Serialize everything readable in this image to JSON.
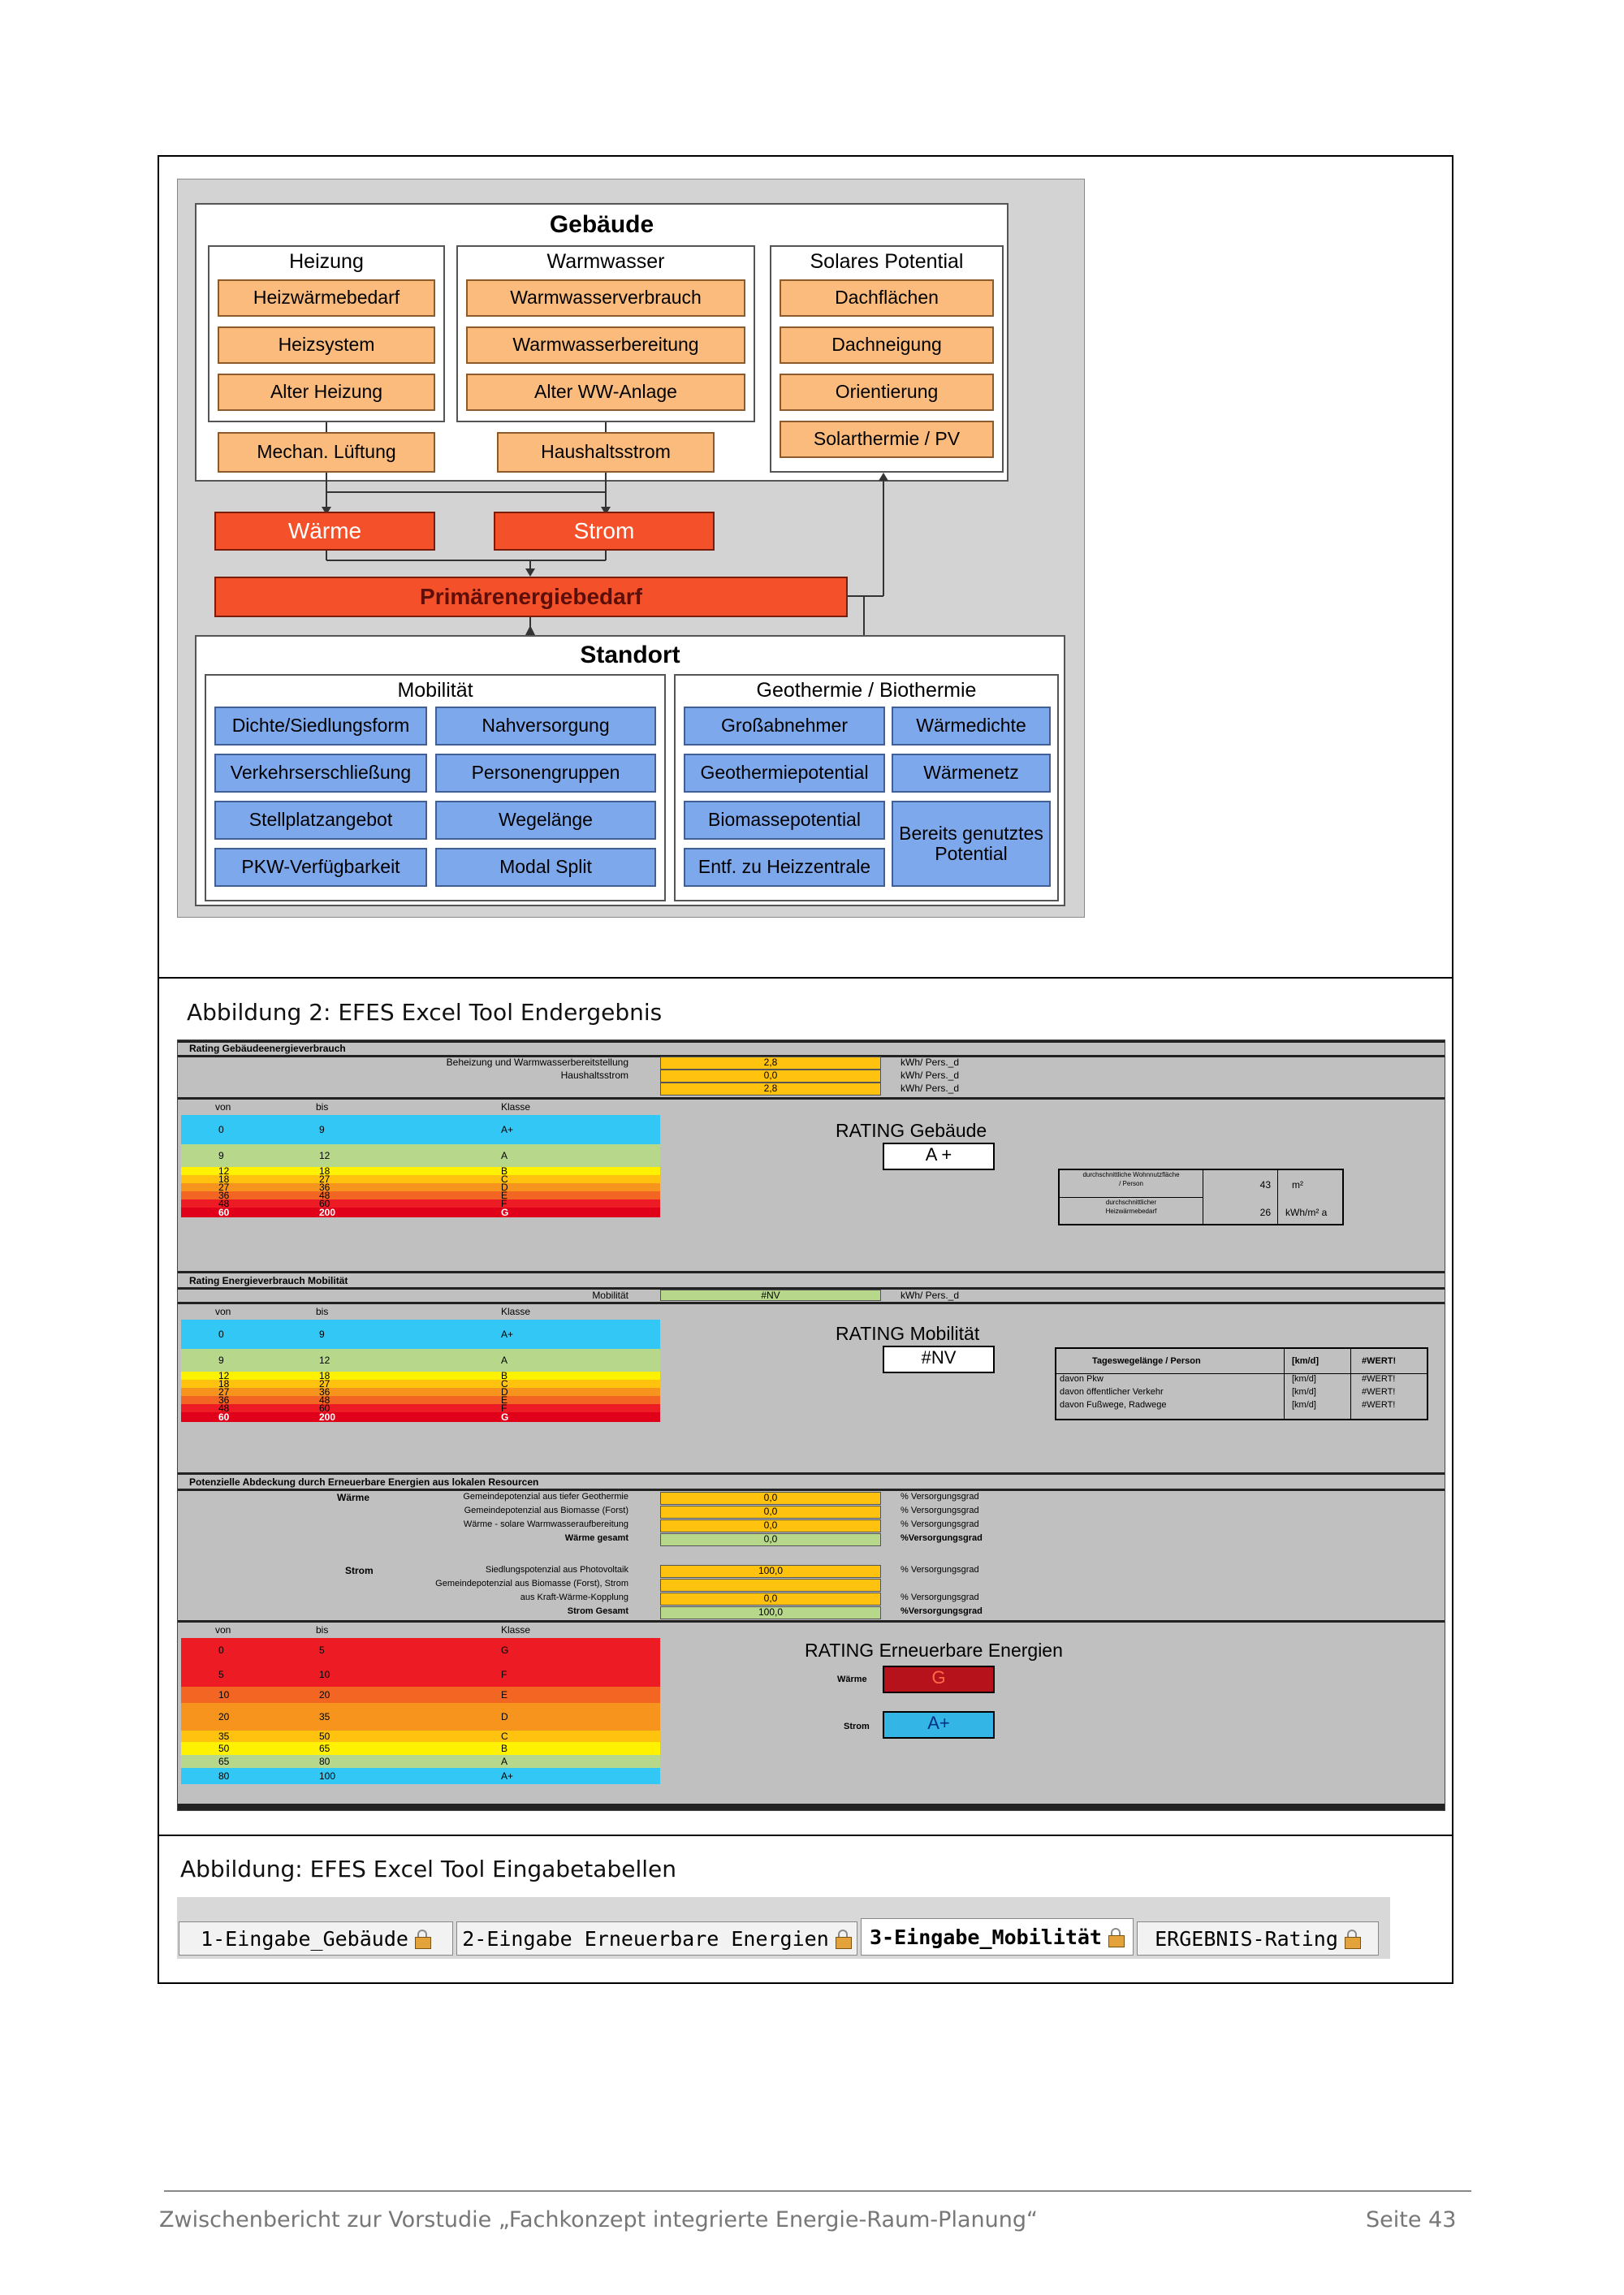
{
  "diagram": {
    "gebaeude": {
      "title": "Gebäude",
      "heizung": {
        "title": "Heizung",
        "items": [
          "Heizwärmebedarf",
          "Heizsystem",
          "Alter Heizung"
        ]
      },
      "warmwasser": {
        "title": "Warmwasser",
        "items": [
          "Warmwasserverbrauch",
          "Warmwasserbereitung",
          "Alter WW-Anlage"
        ]
      },
      "solar": {
        "title": "Solares Potential",
        "items": [
          "Dachflächen",
          "Dachneigung",
          "Orientierung",
          "Solarthermie / PV"
        ]
      },
      "mechan": "Mechan. Lüftung",
      "haushalt": "Haushaltsstrom"
    },
    "waerme": "Wärme",
    "strom": "Strom",
    "primaer": "Primärenergiebedarf",
    "standort": {
      "title": "Standort",
      "mobil": {
        "title": "Mobilität",
        "items": [
          "Dichte/Siedlungsform",
          "Nahversorgung",
          "Verkehrserschließung",
          "Personengruppen",
          "Stellplatzangebot",
          "Wegelänge",
          "PKW-Verfügbarkeit",
          "Modal Split"
        ]
      },
      "geo": {
        "title": "Geothermie / Biothermie",
        "items": [
          "Großabnehmer",
          "Wärmedichte",
          "Geothermiepotential",
          "Wärmenetz",
          "Biomassepotential",
          "Entf. zu Heizzentrale"
        ],
        "tall": "Bereits genutztes Potential"
      }
    }
  },
  "caption1": "Abbildung 2: EFES Excel Tool Endergebnis",
  "sheet": {
    "headers": {
      "von": "von",
      "bis": "bis",
      "klasse": "Klasse"
    },
    "sec1": {
      "title": "Rating Gebäudeenergieverbrauch",
      "rows": [
        {
          "label": "Beheizung und Warmwasserbereitstellung",
          "value": "2,8",
          "unit": "kWh/ Pers._d"
        },
        {
          "label": "Haushaltsstrom",
          "value": "0,0",
          "unit": "kWh/ Pers._d"
        },
        {
          "label": "",
          "value": "2,8",
          "unit": "kWh/ Pers._d"
        }
      ],
      "rating_title": "RATING Gebäude",
      "rating_value": "A +",
      "info": [
        {
          "label1": "durchschnittliche Wohnnutzfläche",
          "label2": "/ Person",
          "value": "43",
          "unit": "m²"
        },
        {
          "label1": "durchschnittlicher",
          "label2": "Heizwärmebedarf",
          "value": "26",
          "unit": "kWh/m² a"
        }
      ]
    },
    "classes_asc": [
      {
        "von": "0",
        "bis": "9",
        "klasse": "A+",
        "color": "#33c7f5"
      },
      {
        "von": "9",
        "bis": "12",
        "klasse": "A",
        "color": "#b7d88b"
      },
      {
        "von": "12",
        "bis": "18",
        "klasse": "B",
        "color": "#fff200"
      },
      {
        "von": "18",
        "bis": "27",
        "klasse": "C",
        "color": "#ffc20e"
      },
      {
        "von": "27",
        "bis": "36",
        "klasse": "D",
        "color": "#f7941d"
      },
      {
        "von": "36",
        "bis": "48",
        "klasse": "E",
        "color": "#f26522"
      },
      {
        "von": "48",
        "bis": "60",
        "klasse": "F",
        "color": "#ed1c24"
      },
      {
        "von": "60",
        "bis": "200",
        "klasse": "G",
        "color": "#e0001a"
      }
    ],
    "sec2": {
      "title": "Rating Energieverbrauch Mobilität",
      "row": {
        "label": "Mobilität",
        "value": "#NV",
        "unit": "kWh/ Pers._d"
      },
      "rating_title": "RATING Mobilität",
      "rating_value": "#NV",
      "table_head": [
        "Tageswegelänge / Person",
        "[km/d]",
        "#WERT!"
      ],
      "table_rows": [
        [
          "davon Pkw",
          "[km/d]",
          "#WERT!"
        ],
        [
          "davon öffentlicher Verkehr",
          "[km/d]",
          "#WERT!"
        ],
        [
          "davon Fußwege, Radwege",
          "[km/d]",
          "#WERT!"
        ]
      ]
    },
    "sec3": {
      "title": "Potenzielle Abdeckung durch Erneuerbare Energien aus lokalen Resourcen",
      "waerme_label": "Wärme",
      "strom_label": "Strom",
      "waerme_rows": [
        {
          "label": "Gemeindepotenzial aus tiefer Geothermie",
          "value": "0,0",
          "unit": "% Versorgungsgrad"
        },
        {
          "label": "Gemeindepotenzial aus Biomasse (Forst)",
          "value": "0,0",
          "unit": "% Versorgungsgrad"
        },
        {
          "label": "Wärme - solare Warmwasseraufbereitung",
          "value": "0,0",
          "unit": "% Versorgungsgrad"
        },
        {
          "label": "Wärme gesamt",
          "value": "0,0",
          "unit": "%Versorgungsgrad"
        }
      ],
      "strom_rows": [
        {
          "label": "Siedlungspotenzial aus Photovoltaik",
          "value": "100,0",
          "unit": "% Versorgungsgrad"
        },
        {
          "label": "Gemeindepotenzial aus Biomasse (Forst), Strom",
          "value": "",
          "unit": ""
        },
        {
          "label": "aus Kraft-Wärme-Kopplung",
          "value": "0,0",
          "unit": "% Versorgungsgrad"
        },
        {
          "label": "Strom Gesamt",
          "value": "100,0",
          "unit": "%Versorgungsgrad"
        }
      ],
      "rating_title": "RATING Erneuerbare Energien",
      "waerme_rating": "G",
      "strom_rating": "A+",
      "classes": [
        {
          "von": "0",
          "bis": "5",
          "klasse": "G",
          "color": "#ed1c24"
        },
        {
          "von": "5",
          "bis": "10",
          "klasse": "F",
          "color": "#ed1c24"
        },
        {
          "von": "10",
          "bis": "20",
          "klasse": "E",
          "color": "#f26522"
        },
        {
          "von": "20",
          "bis": "35",
          "klasse": "D",
          "color": "#f7941d"
        },
        {
          "von": "35",
          "bis": "50",
          "klasse": "C",
          "color": "#ffc20e"
        },
        {
          "von": "50",
          "bis": "65",
          "klasse": "B",
          "color": "#fff200"
        },
        {
          "von": "65",
          "bis": "80",
          "klasse": "A",
          "color": "#b7d88b"
        },
        {
          "von": "80",
          "bis": "100",
          "klasse": "A+",
          "color": "#33c7f5"
        }
      ]
    }
  },
  "caption2": "Abbildung: EFES Excel Tool Eingabetabellen",
  "tabs": [
    "1-Eingabe_Gebäude",
    "2-Eingabe Erneuerbare Energien",
    "3-Eingabe_Mobilität",
    "ERGEBNIS-Rating"
  ],
  "footer": {
    "left": "Zwischenbericht zur Vorstudie „Fachkonzept integrierte Energie-Raum-Planung“",
    "right": "Seite 43"
  }
}
